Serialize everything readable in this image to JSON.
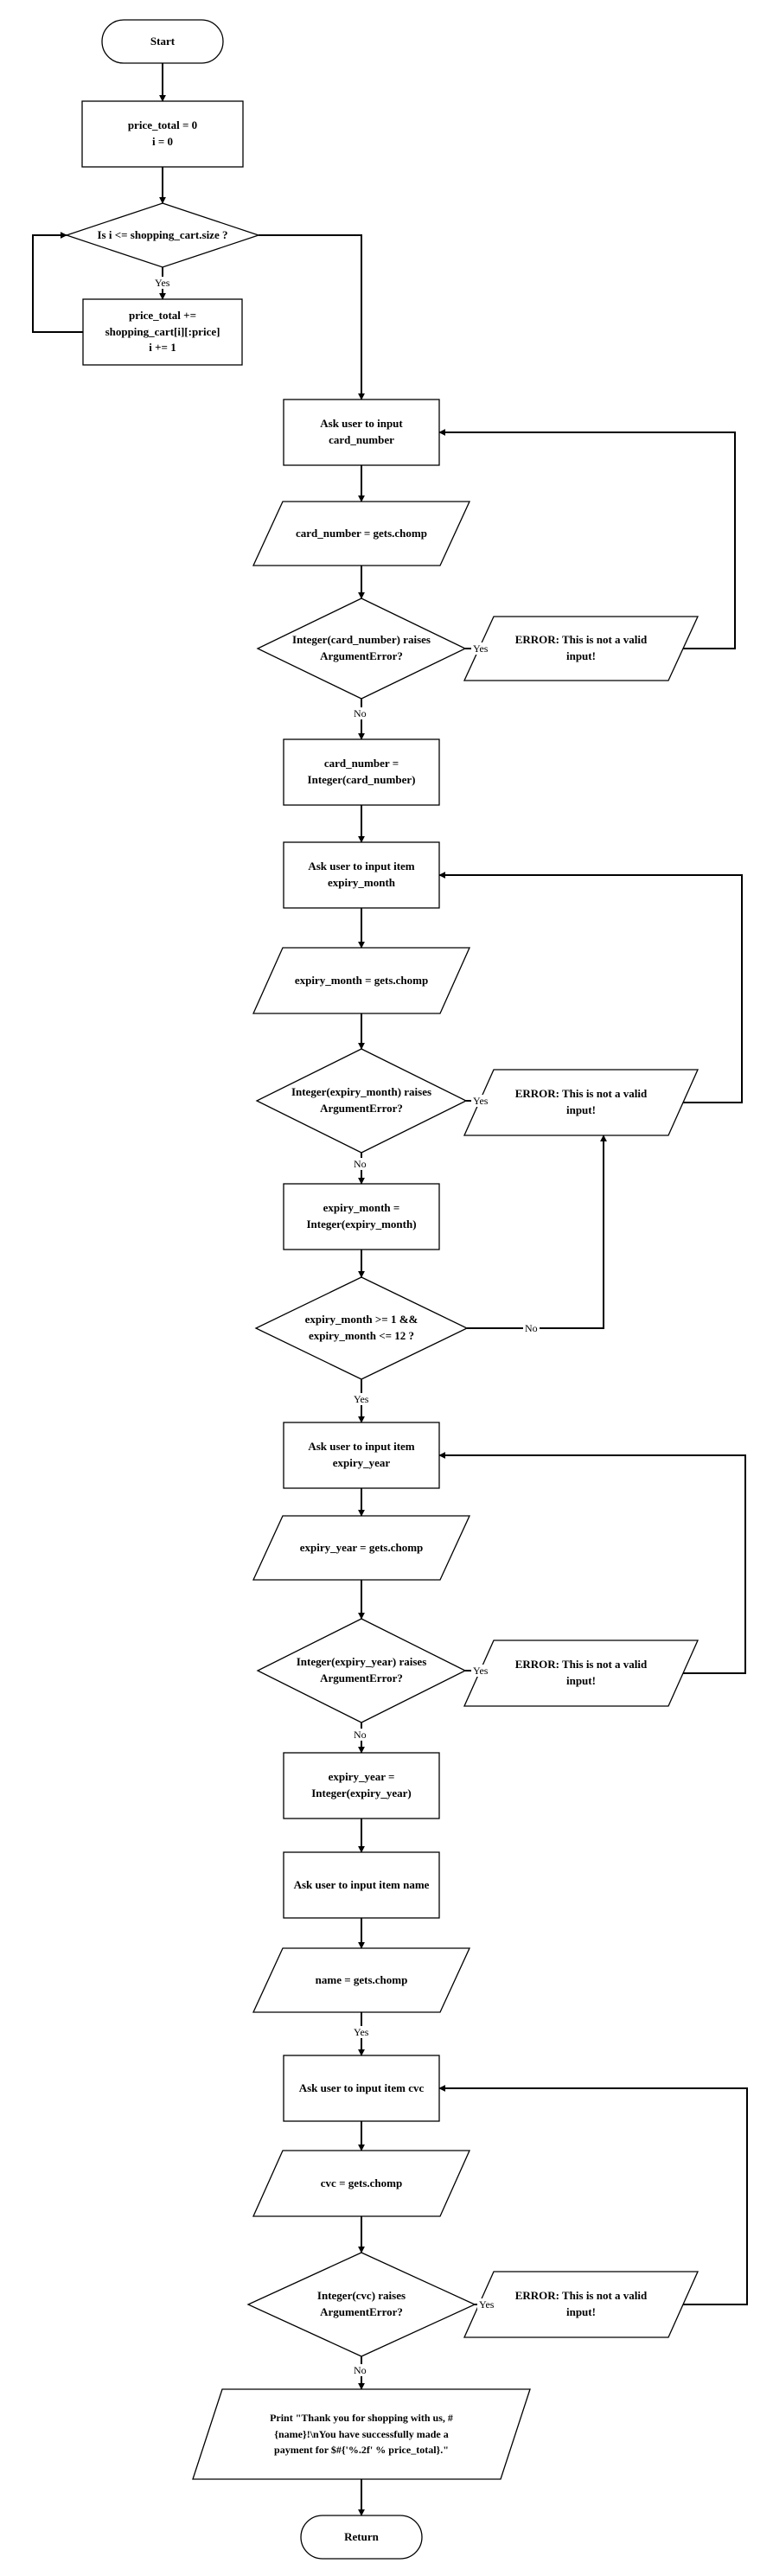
{
  "nodes": {
    "start": "Start",
    "init": "price_total = 0\ni = 0",
    "loop_cond": "Is i <= shopping_cart.size ?",
    "loop_body": "price_total +=\nshopping_cart[i][:price]\ni += 1",
    "ask_card": "Ask user to input\ncard_number",
    "get_card": "card_number = gets.chomp",
    "check_card": "Integer(card_number) raises\nArgumentError?",
    "err_card": "ERROR: This is not a valid\ninput!",
    "conv_card": "card_number =\nInteger(card_number)",
    "ask_month": "Ask user to input item\nexpiry_month",
    "get_month": "expiry_month = gets.chomp",
    "check_month": "Integer(expiry_month) raises\nArgumentError?",
    "err_month": "ERROR: This is not a valid\ninput!",
    "conv_month": "expiry_month =\nInteger(expiry_month)",
    "range_month": "expiry_month >= 1 &&\nexpiry_month <= 12 ?",
    "ask_year": "Ask user to input item\nexpiry_year",
    "get_year": "expiry_year = gets.chomp",
    "check_year": "Integer(expiry_year) raises\nArgumentError?",
    "err_year": "ERROR: This is not a valid\ninput!",
    "conv_year": "expiry_year =\nInteger(expiry_year)",
    "ask_name": "Ask user to input item name",
    "get_name": "name = gets.chomp",
    "ask_cvc": "Ask user to input item cvc",
    "get_cvc": "cvc = gets.chomp",
    "check_cvc": "Integer(cvc) raises ArgumentError?",
    "err_cvc": "ERROR: This is not a valid\ninput!",
    "print_msg": "Print \"Thank you for shopping with us, #\n{name}!\\nYou have successfully made a\npayment for $#{'%.2f' % price_total}.\"",
    "return": "Return"
  },
  "edge_labels": {
    "yes": "Yes",
    "no": "No"
  }
}
